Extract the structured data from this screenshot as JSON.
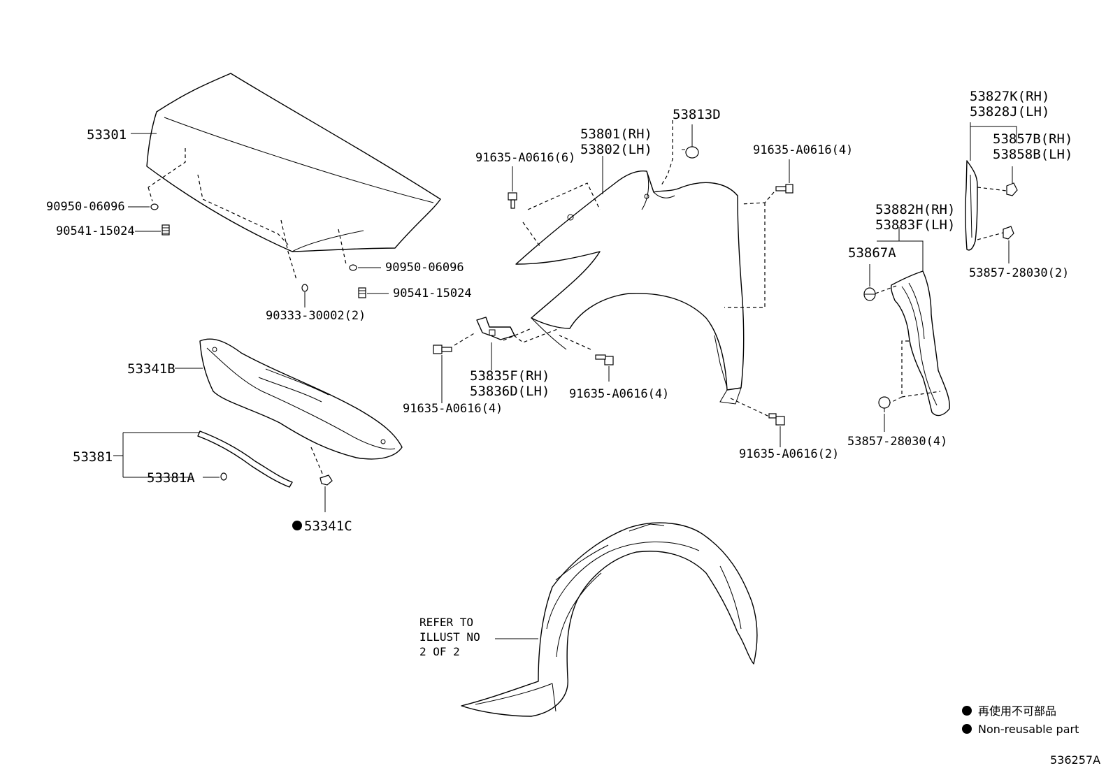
{
  "parts": {
    "hood": "53301",
    "hood_cushion_1": "90950-06096",
    "hood_cushion_2": "90950-06096",
    "hood_stopper_1": "90541-15024",
    "hood_stopper_2": "90541-15024",
    "hood_plug": "90333-30002(2)",
    "insulator": "53341B",
    "insulator_clip": "53341C",
    "seal": "53381",
    "seal_clip": "53381A",
    "fender_rh": "53801(RH)",
    "fender_lh": "53802(LH)",
    "fender_clip": "53813D",
    "bolt_top_left": "91635-A0616(6)",
    "bolt_top_right": "91635-A0616(4)",
    "bolt_bottom_left": "91635-A0616(4)",
    "bolt_bottom_mid": "91635-A0616(4)",
    "bolt_bottom_right": "91635-A0616(2)",
    "bracket_rh": "53835F(RH)",
    "bracket_lh": "53836D(LH)",
    "seal_panel_rh": "53827K(RH)",
    "seal_panel_lh": "53828J(LH)",
    "clip_b_rh": "53857B(RH)",
    "clip_b_lh": "53858B(LH)",
    "clip_upper": "53857-28030(2)",
    "protector_rh": "53882H(RH)",
    "protector_lh": "53883F(LH)",
    "protector_clip": "53867A",
    "clip_lower": "53857-28030(4)"
  },
  "refer_note": [
    "REFER TO",
    "ILLUST NO",
    "2 OF 2"
  ],
  "legend": {
    "jp": "再使用不可部品",
    "en": "Non-reusable part"
  },
  "illustration_id": "536257A"
}
